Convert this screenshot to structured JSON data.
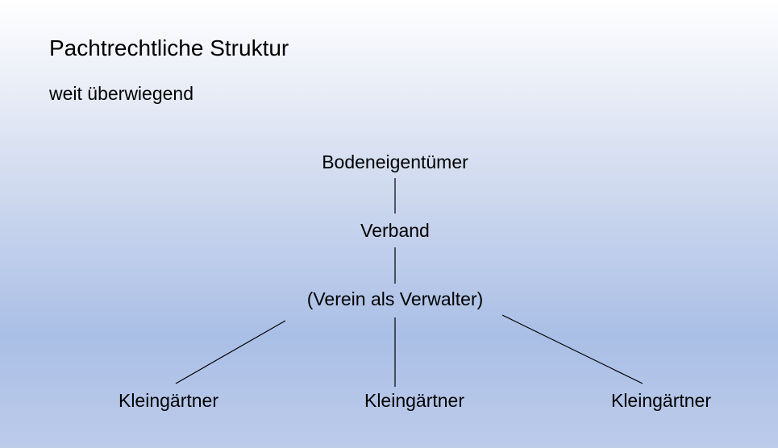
{
  "slide": {
    "title": "Pachtrechtliche Struktur",
    "subtitle": "weit überwiegend"
  },
  "diagram": {
    "owner": "Bodeneigentümer",
    "association": "Verband",
    "club": "(Verein als Verwalter)",
    "gardeners": [
      "Kleingärtner",
      "Kleingärtner",
      "Kleingärtner"
    ]
  },
  "colors": {
    "background_top": "#ffffff",
    "background_bottom": "#aabfe6",
    "text": "#000000",
    "line": "#000000"
  }
}
